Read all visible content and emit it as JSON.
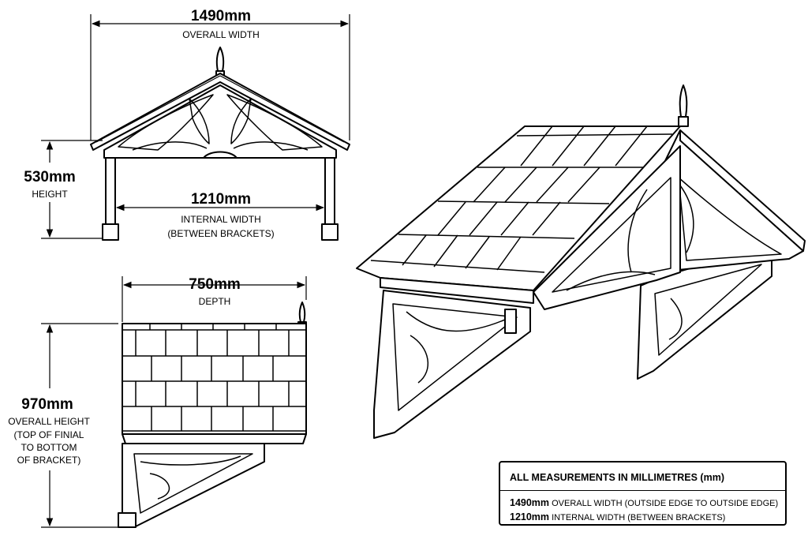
{
  "dimensions": {
    "overall_width": {
      "value": "1490mm",
      "caption": "OVERALL WIDTH"
    },
    "height": {
      "value": "530mm",
      "caption": "HEIGHT"
    },
    "internal_width": {
      "value": "1210mm",
      "caption_line1": "INTERNAL WIDTH",
      "caption_line2": "(BETWEEN BRACKETS)"
    },
    "depth": {
      "value": "750mm",
      "caption": "DEPTH"
    },
    "overall_height": {
      "value": "970mm",
      "caption_line1": "OVERALL HEIGHT",
      "caption_line2": "(TOP OF FINIAL",
      "caption_line3": "TO BOTTOM",
      "caption_line4": "OF BRACKET)"
    }
  },
  "notes": {
    "title": "ALL MEASUREMENTS IN MILLIMETRES (mm)",
    "rows": [
      {
        "value": "1490mm",
        "text": "OVERALL WIDTH (OUTSIDE EDGE TO OUTSIDE EDGE)"
      },
      {
        "value": "1210mm",
        "text": "INTERNAL WIDTH (BETWEEN BRACKETS)"
      }
    ]
  }
}
